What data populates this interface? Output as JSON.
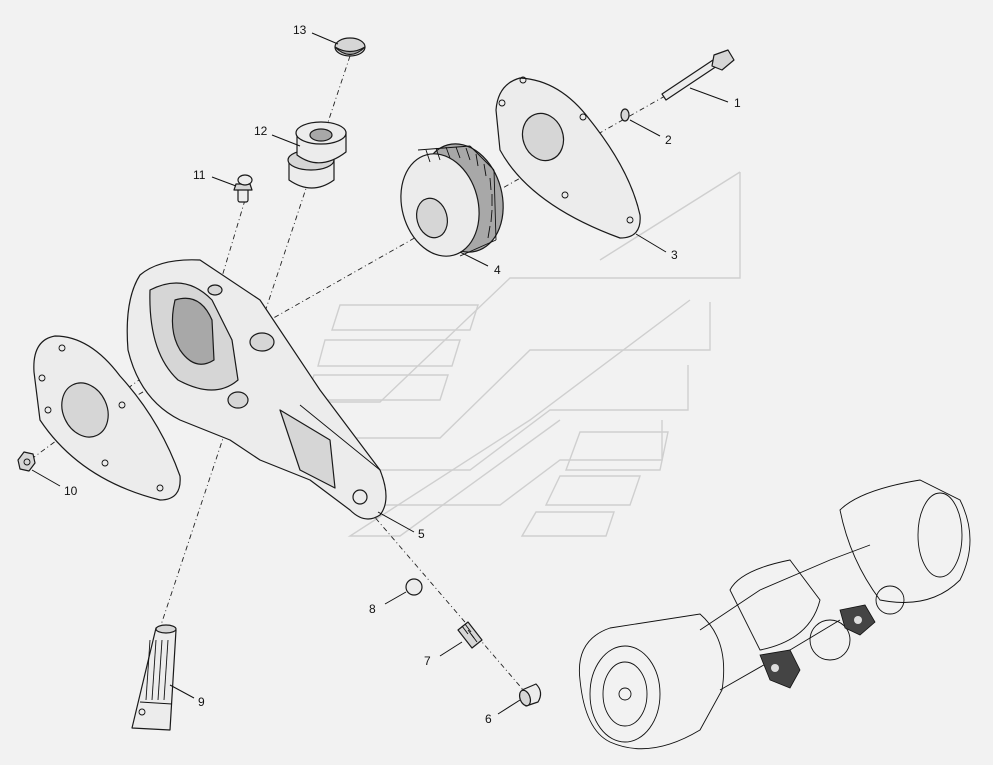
{
  "diagram": {
    "callouts": [
      {
        "id": "1",
        "label": "1"
      },
      {
        "id": "2",
        "label": "2"
      },
      {
        "id": "3",
        "label": "3"
      },
      {
        "id": "4",
        "label": "4"
      },
      {
        "id": "5",
        "label": "5"
      },
      {
        "id": "6",
        "label": "6"
      },
      {
        "id": "7",
        "label": "7"
      },
      {
        "id": "8",
        "label": "8"
      },
      {
        "id": "9",
        "label": "9"
      },
      {
        "id": "10",
        "label": "10"
      },
      {
        "id": "11",
        "label": "11"
      },
      {
        "id": "12",
        "label": "12"
      },
      {
        "id": "13",
        "label": "13"
      }
    ],
    "colors": {
      "background": "#f2f2f2",
      "line": "#1a1a1a",
      "shade_light": "#ececec",
      "shade_mid": "#d6d6d6",
      "shade_dark": "#a8a8a8",
      "watermark": "#cfcfcf"
    }
  }
}
